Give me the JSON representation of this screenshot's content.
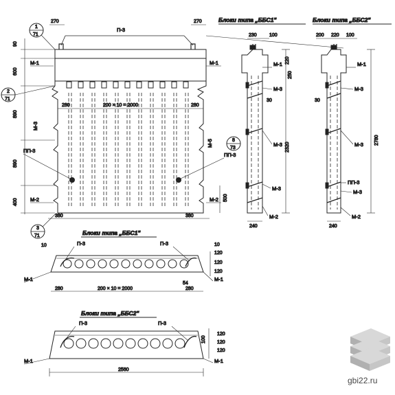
{
  "titles": {
    "bbs1_side": "Блоки типа „ББС1\"",
    "bbs2_side": "Блоки типа „ББС2\"",
    "bbs1_plan": "Блоки типа „ББС1\"",
    "bbs2_plan": "Блоки типа „ББС2\""
  },
  "callouts": {
    "c1_top": "1",
    "c1_bot": "71",
    "c2_top": "2",
    "c2_bot": "71",
    "c3_top": "3",
    "c3_bot": "71",
    "c8_top": "8",
    "c8_bot": "73"
  },
  "labels": {
    "p3": "П-3",
    "m1": "М-1",
    "m2": "М-2",
    "m3": "М-3",
    "m5": "М-5",
    "pp3": "ПП-3"
  },
  "dims": {
    "d270": "270",
    "d90": "90",
    "d600": "600",
    "d890": "890",
    "d400": "400",
    "d500": "500",
    "d280": "280",
    "d380": "380",
    "holes": "200 × 10 = 2000",
    "d230": "230",
    "d100": "100",
    "d220": "220",
    "d200": "200",
    "d250": "250",
    "d2320": "2320",
    "d2780": "2780",
    "d240": "240",
    "d30": "30",
    "d10": "10",
    "d120": "120",
    "d54": "54",
    "d2560": "2560"
  },
  "watermark": "gbi22.ru"
}
